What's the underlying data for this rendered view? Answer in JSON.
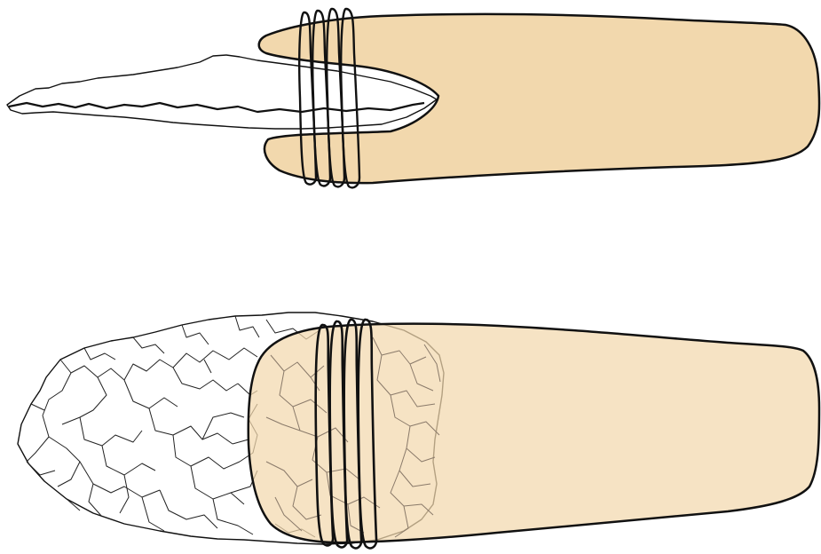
{
  "figure": {
    "panels": [
      {
        "id": "side-view",
        "components": [
          "stone-point",
          "wooden-haft",
          "binding-wraps"
        ],
        "binding_wrap_count": 4
      },
      {
        "id": "face-view",
        "components": [
          "stone-point",
          "wooden-haft",
          "binding-wraps"
        ],
        "binding_wrap_count": 4
      }
    ]
  },
  "colors": {
    "background": "#ffffff",
    "haft_fill": "#f2d8ad",
    "haft_overlay": "rgba(242,216,173,0.72)",
    "outline": "#111111",
    "flake_scars": "#222222",
    "flake_scars_under_haft": "#8a7a6a"
  }
}
